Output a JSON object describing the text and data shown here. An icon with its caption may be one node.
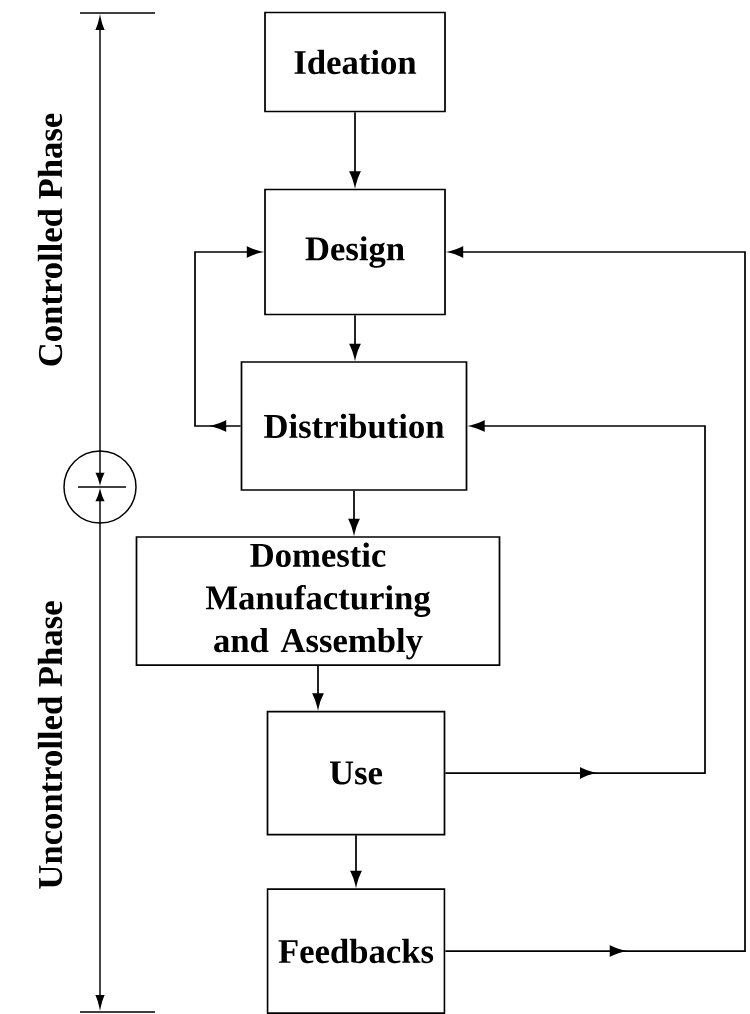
{
  "diagram": {
    "nodes": [
      {
        "text": [
          "Ideation"
        ]
      },
      {
        "text": [
          "Design"
        ]
      },
      {
        "text": [
          "Distribution"
        ]
      },
      {
        "text": [
          "Domestic Manufacturing and Assembly"
        ]
      },
      {
        "text": [
          "Use"
        ]
      },
      {
        "text": [
          "Feedbacks"
        ]
      }
    ],
    "edges": [
      {
        "from": 0,
        "to": 1,
        "arrow": "to"
      },
      {
        "from": 1,
        "to": 2,
        "arrow": "to"
      },
      {
        "from": 2,
        "to": 3,
        "arrow": "to"
      },
      {
        "from": 3,
        "to": 4,
        "arrow": "to"
      },
      {
        "from": 4,
        "to": 5,
        "arrow": "to"
      },
      {
        "from": 2,
        "to": 1,
        "arrow": "to"
      },
      {
        "from": 4,
        "to": 2,
        "arrow": "to"
      },
      {
        "from": 5,
        "to": 1,
        "arrow": "to"
      }
    ],
    "labels": [
      "Controlled Phase",
      "Uncontrolled Phase"
    ]
  }
}
